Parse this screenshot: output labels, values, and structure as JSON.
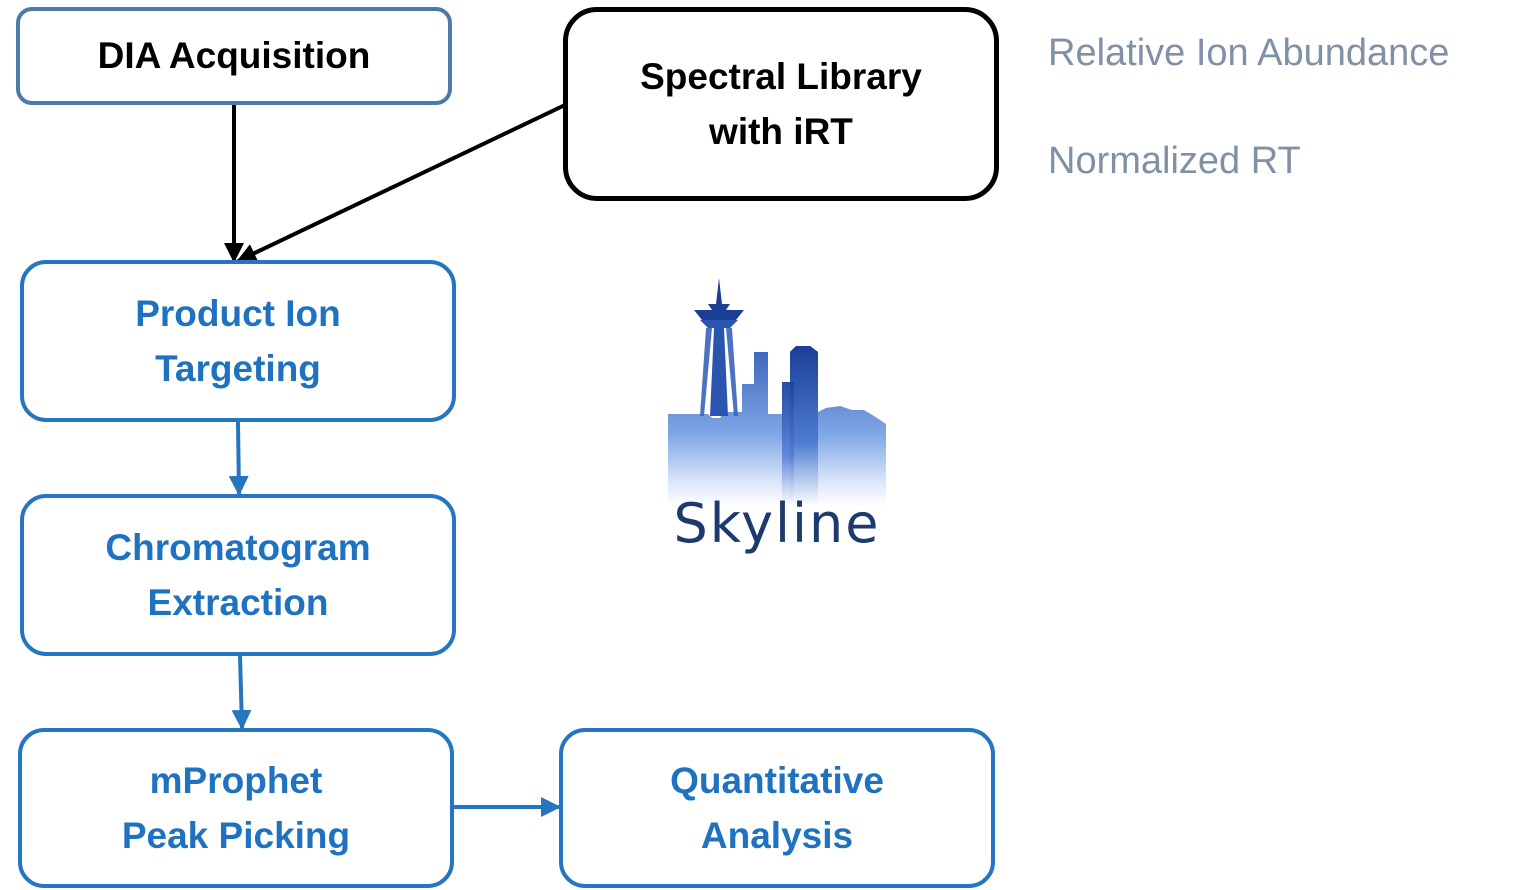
{
  "nodes": {
    "dia_acquisition": {
      "lines": [
        "DIA Acquisition"
      ]
    },
    "spectral_library": {
      "lines": [
        "Spectral Library",
        "with iRT"
      ]
    },
    "product_ion_targeting": {
      "lines": [
        "Product Ion",
        "Targeting"
      ]
    },
    "chromatogram_extraction": {
      "lines": [
        "Chromatogram",
        "Extraction"
      ]
    },
    "mprophet_peak_picking": {
      "lines": [
        "mProphet",
        "Peak Picking"
      ]
    },
    "quantitative_analysis": {
      "lines": [
        "Quantitative",
        "Analysis"
      ]
    }
  },
  "notes": {
    "relative_ion_abundance": "Relative Ion Abundance",
    "normalized_rt": "Normalized RT"
  },
  "logo": {
    "wordmark": "Skyline",
    "icon": "skyline-city-logo-icon"
  },
  "edges": [
    {
      "from": "DIA Acquisition",
      "to": "Product Ion Targeting"
    },
    {
      "from": "Spectral Library with iRT",
      "to": "Product Ion Targeting"
    },
    {
      "from": "Product Ion Targeting",
      "to": "Chromatogram Extraction"
    },
    {
      "from": "Chromatogram Extraction",
      "to": "mProphet Peak Picking"
    },
    {
      "from": "mProphet Peak Picking",
      "to": "Quantitative Analysis"
    }
  ],
  "colors": {
    "process_blue": "#1f72bf",
    "input_black": "#000000",
    "note_gray": "#8090a6",
    "logo_navy": "#1d3a6e"
  }
}
